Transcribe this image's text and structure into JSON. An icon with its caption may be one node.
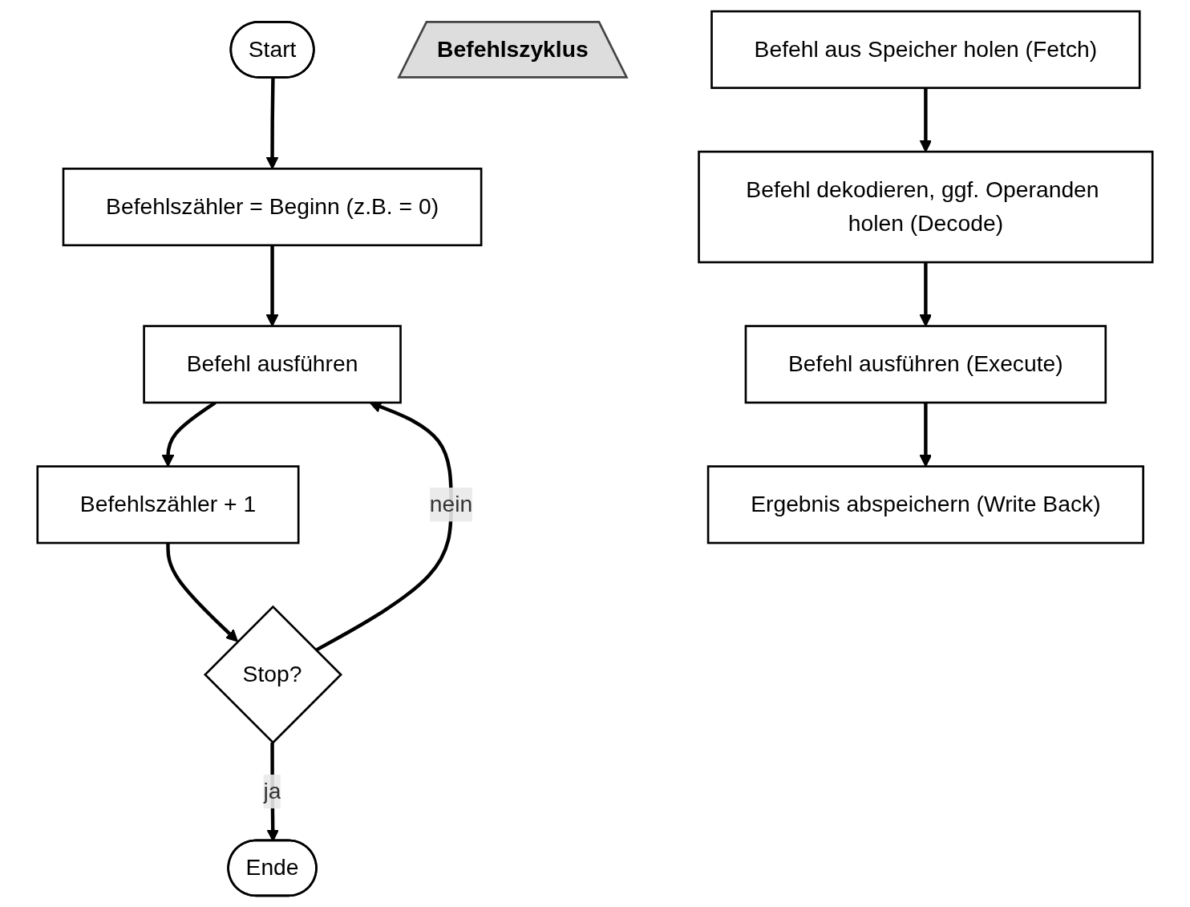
{
  "diagram": {
    "nodes": [
      {
        "text": [
          "Start"
        ]
      },
      {
        "text": [
          "Befehlszähler = Beginn (z.B. = 0)"
        ]
      },
      {
        "text": [
          "Befehl ausführen"
        ]
      },
      {
        "text": [
          "Befehlszähler + 1"
        ]
      },
      {
        "text": [
          "Stop?"
        ]
      },
      {
        "text": [
          "Ende"
        ]
      },
      {
        "text": [
          "Befehlszyklus"
        ]
      },
      {
        "text": [
          "Befehl aus Speicher holen (Fetch)"
        ]
      },
      {
        "text": [
          "Befehl dekodieren, ggf. Operanden holen (Decode)"
        ]
      },
      {
        "text": [
          "Befehl ausführen (Execute)"
        ]
      },
      {
        "text": [
          "Ergebnis abspeichern (Write Back)"
        ]
      }
    ],
    "edges": [
      {
        "from": 0,
        "to": 1,
        "arrow": "to"
      },
      {
        "from": 1,
        "to": 2,
        "arrow": "to"
      },
      {
        "from": 2,
        "to": 3,
        "arrow": "to"
      },
      {
        "from": 3,
        "to": 4,
        "arrow": "to"
      },
      {
        "from": 4,
        "to": 2,
        "arrow": "to",
        "label": "nein"
      },
      {
        "from": 4,
        "to": 5,
        "arrow": "to",
        "label": "ja"
      },
      {
        "from": 7,
        "to": 8,
        "arrow": "to"
      },
      {
        "from": 8,
        "to": 9,
        "arrow": "to"
      },
      {
        "from": 9,
        "to": 10,
        "arrow": "to"
      }
    ]
  }
}
